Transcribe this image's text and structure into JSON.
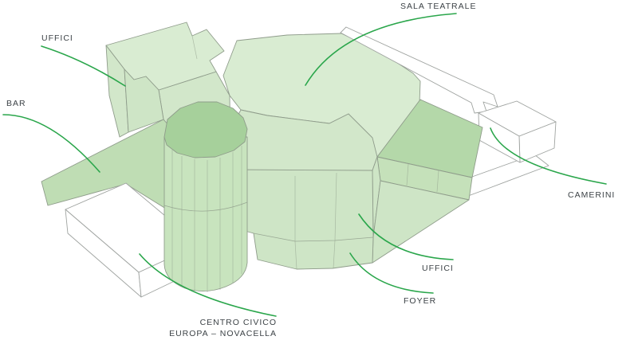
{
  "diagram": {
    "title": {
      "line1": "CENTRO CIVICO",
      "line2": "EUROPA – NOVACELLA"
    },
    "labels": {
      "uffici_top": "UFFICI",
      "bar": "BAR",
      "sala_teatrale": "SALA TEATRALE",
      "camerini": "CAMERINI",
      "uffici_right": "UFFICI",
      "foyer": "FOYER"
    },
    "building_parts": [
      "bar-terrace",
      "white-annex-box",
      "office-wing",
      "theater-hall",
      "faceted-tower",
      "foyer-block",
      "uffici-wing",
      "camerini-white-volumes",
      "canopy-outline"
    ],
    "colors": {
      "leader": "#2aa64b",
      "text": "#3d4347",
      "edge": "#8f9c8b",
      "edge_gray": "#9fa3a0",
      "roof_light": "#d9ecd2",
      "wall_light": "#d2e7ca",
      "wall_lower": "#cee5c6",
      "terrace_green": "#bfddb4",
      "wing_top_green": "#b4d8a9",
      "wing_front_green": "#c5e1ba",
      "cylinder_top": "#a6d09b",
      "cylinder_side": "#c8e4be",
      "white_face": "#ffffff"
    }
  }
}
